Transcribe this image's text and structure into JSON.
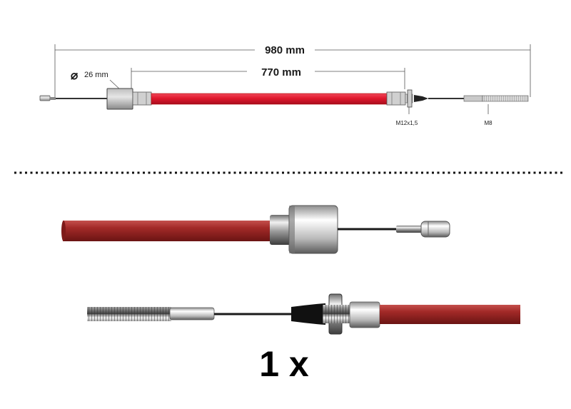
{
  "diagram": {
    "total_length": "980 mm",
    "sheath_length": "770 mm",
    "diameter_symbol": "⌀",
    "diameter_value": "26 mm",
    "thread_sheath_end": "M12x1,5",
    "thread_cable_end": "M8"
  },
  "quantity": "1 x",
  "colors": {
    "sheath_red": "#e0182d",
    "photo_sheath": "#9b2322",
    "dim_line": "#555555",
    "divider": "#111111"
  }
}
